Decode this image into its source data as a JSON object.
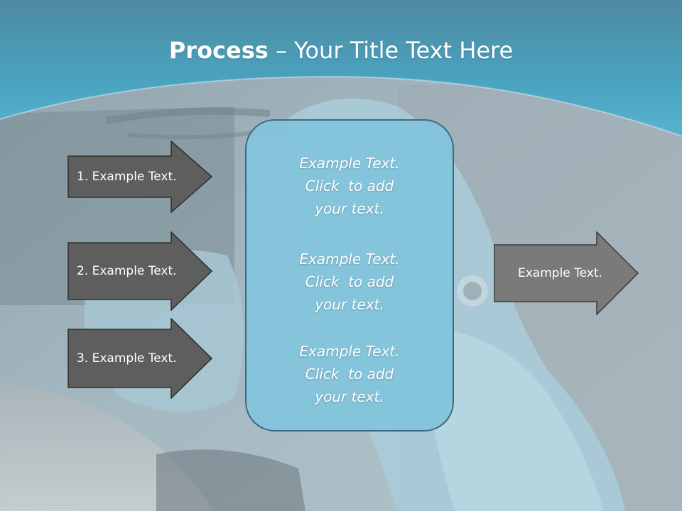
{
  "slide": {
    "title_bold": "Process",
    "title_rest": " – Your Title Text Here"
  },
  "left_arrows": [
    {
      "label": "1. Example Text."
    },
    {
      "label": "2. Example Text."
    },
    {
      "label": "3. Example Text."
    }
  ],
  "center_box": {
    "blocks": [
      {
        "lines": [
          "Example Text.",
          "Click  to add",
          "your text."
        ]
      },
      {
        "lines": [
          "Example Text.",
          "Click  to add",
          "your text."
        ]
      },
      {
        "lines": [
          "Example Text.",
          "Click  to add",
          "your text."
        ]
      }
    ]
  },
  "right_arrow": {
    "label": "Example Text."
  },
  "colors": {
    "header_teal": "#4aa3c0",
    "left_arrow_fill": "#5e5e5e",
    "right_arrow_fill": "#7a7a7a",
    "center_box_fill": "#82c4dc"
  }
}
